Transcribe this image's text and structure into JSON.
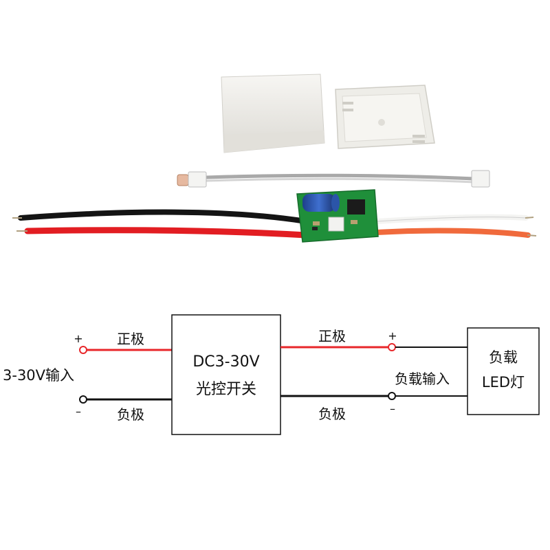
{
  "photo": {
    "case_body": "white-enclosure-body",
    "case_lid": "white-enclosure-lid",
    "sensor_cable": "light-sensor-cable",
    "module_board": "green-pcb-module"
  },
  "diagram": {
    "input_label": "3-30V输入",
    "input_plus": "+",
    "input_minus": "–",
    "left_positive": "正极",
    "left_negative": "负极",
    "module_line1": "DC3-30V",
    "module_line2": "光控开关",
    "right_positive": "正极",
    "right_negative": "负极",
    "output_plus": "+",
    "output_minus": "–",
    "load_input": "负载输入",
    "load_line1": "负载",
    "load_line2": "LED灯"
  },
  "colors": {
    "positive_wire": "#e8262a",
    "negative_wire": "#111111",
    "pcb": "#1f8f3a",
    "case": "#f1f0ec"
  }
}
